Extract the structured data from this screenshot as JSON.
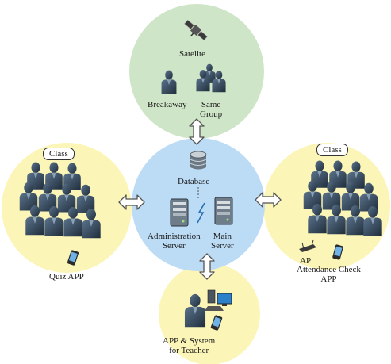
{
  "labels": {
    "satellite": "Satelite",
    "breakaway": "Breakaway",
    "same_group": "Same\nGroup",
    "database": "Database",
    "admin_server": "Administration\nServer",
    "main_server": "Main\nServer",
    "class_left": "Class",
    "class_right": "Class",
    "quiz_app": "Quiz APP",
    "ap": "AP",
    "attendance_app": "Attendance Check\nAPP",
    "teacher_app": "APP & System\nfor Teacher"
  },
  "colors": {
    "top_circle": "#cfe5c8",
    "center_circle": "#bcdcf6",
    "side_circles": "#fbf5b7",
    "bottom_circle": "#fbf5b7",
    "person": "#34495e",
    "arrow_fill": "#ffffff",
    "arrow_stroke": "#555555"
  },
  "icons": [
    "satellite-icon",
    "person-icon",
    "database-icon",
    "server-icon",
    "lightning-icon",
    "phone-icon",
    "access-point-icon",
    "computer-icon",
    "double-arrow-icon"
  ]
}
